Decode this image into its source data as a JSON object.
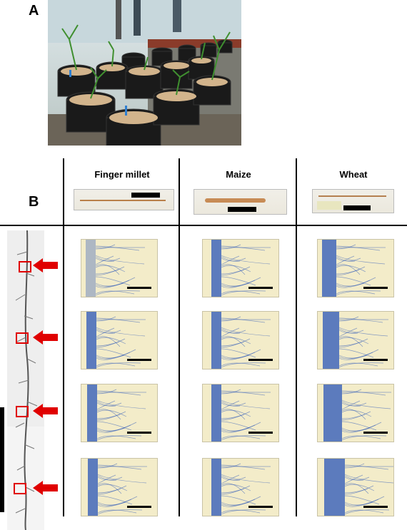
{
  "panel_a_label": "A",
  "panel_b_label": "B",
  "columns": [
    "Finger millet",
    "Maize",
    "Wheat"
  ],
  "colors": {
    "marker_red": "#e00000",
    "stain_blue": "#2a55b8",
    "background_cream": "#f3ecc9"
  }
}
